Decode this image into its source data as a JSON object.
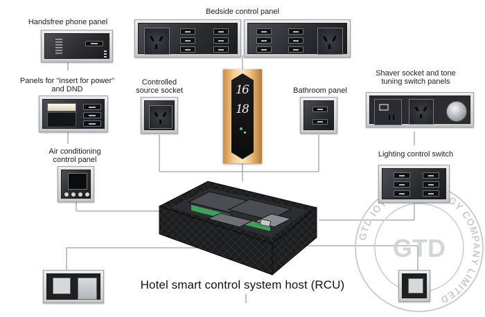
{
  "labels": {
    "handsfree": "Handsfree phone panel",
    "bedside": "Bedside control panel",
    "insert_power_line1": "Panels for \"insert for power\"",
    "insert_power_line2": "and DND",
    "controlled_line1": "Controlled",
    "controlled_line2": "source socket",
    "bathroom": "Bathroom panel",
    "shaver_line1": "Shaver socket and tone",
    "shaver_line2": "tuning switch panels",
    "aircon_line1": "Air conditioning",
    "aircon_line2": "control panel",
    "lighting": "Lighting control switch"
  },
  "caption": "Hotel smart control system host (RCU)",
  "doorplate_digits": [
    "1",
    "6",
    "1",
    "8"
  ],
  "watermark": {
    "logo": "GTD",
    "ring_text": "GTD IOT TECHNOLOGY COMPANY LIMITED"
  },
  "colors": {
    "panel_face": "#2a2c2f",
    "doorplate_gold": "#e0a75a",
    "rcu_module_green": "#3da356",
    "watermark": "#c9ccd0"
  }
}
